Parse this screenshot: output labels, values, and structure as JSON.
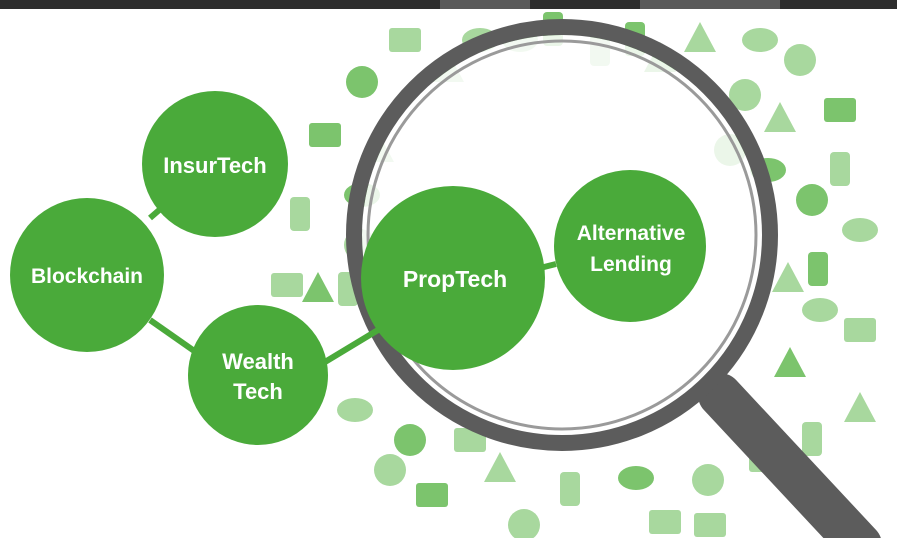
{
  "colors": {
    "node_fill": "#4aaa3a",
    "node_text": "#ffffff",
    "connector": "#4aaa3a",
    "icon_light": "#a8d89e",
    "icon_mid": "#7cc46d",
    "magnifier_frame": "#5c5c5c",
    "magnifier_handle": "#666666",
    "top_bar": "#2e2e2e"
  },
  "nodes": {
    "insurtech": {
      "line1": "InsurTech"
    },
    "blockchain": {
      "line1": "Blockchain"
    },
    "wealthtech": {
      "line1": "Wealth",
      "line2": "Tech"
    },
    "proptech": {
      "line1": "PropTech"
    },
    "alt_lending": {
      "line1": "Alternative",
      "line2": "Lending"
    }
  },
  "background_icons": [
    "airplane-icon",
    "clover-icon",
    "cd-icon",
    "camera-icon",
    "cocktail-icon",
    "umbrella-icon",
    "leaf-icon",
    "microphone-icon",
    "tv-icon",
    "headphones-icon",
    "cloud-icon",
    "fork-icon",
    "spoon-icon",
    "phone-icon",
    "globe-icon",
    "recycle-icon",
    "snowflake-icon",
    "music-note-icon",
    "compass-icon",
    "sofa-icon",
    "gear-icon",
    "basketball-icon",
    "boat-icon",
    "briefcase-icon",
    "coffee-icon",
    "bar-chart-icon",
    "keyboard-icon",
    "speaker-icon",
    "thumbs-down-icon",
    "picture-icon",
    "mobile-icon",
    "note-icon"
  ]
}
